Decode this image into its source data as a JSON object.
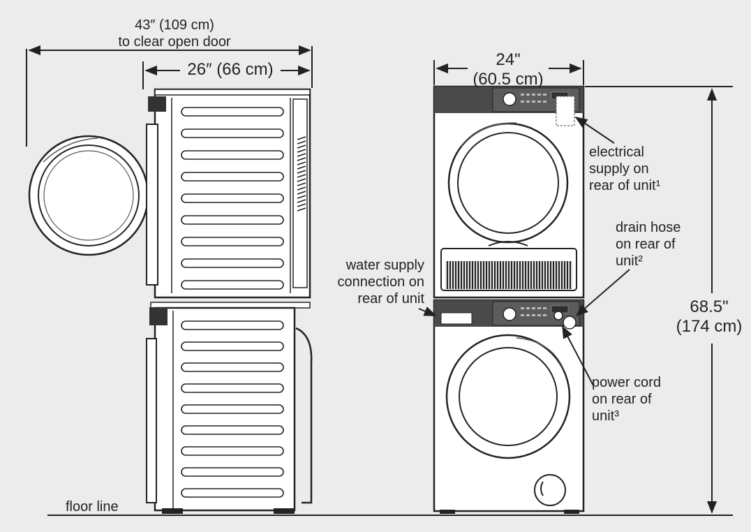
{
  "dimensions": {
    "clear_door_value": "43″ (109 cm)",
    "clear_door_note": "to clear open door",
    "depth": "26″ (66 cm)",
    "width_in": "24\"",
    "width_cm": "(60.5 cm)",
    "height_in": "68.5\"",
    "height_cm": "(174 cm)"
  },
  "labels": {
    "floor_line": "floor line",
    "electrical": [
      "electrical",
      "supply on",
      "rear of unit¹"
    ],
    "drain_hose": [
      "drain hose",
      "on rear of",
      "unit²"
    ],
    "water_supply": [
      "water supply",
      "connection on",
      "rear of unit"
    ],
    "power_cord": [
      "power cord",
      "on rear of",
      "unit³"
    ]
  },
  "colors": {
    "background": "#ececec",
    "line": "#222222",
    "panel": "#4a4a4a",
    "appliance": "#ffffff"
  }
}
